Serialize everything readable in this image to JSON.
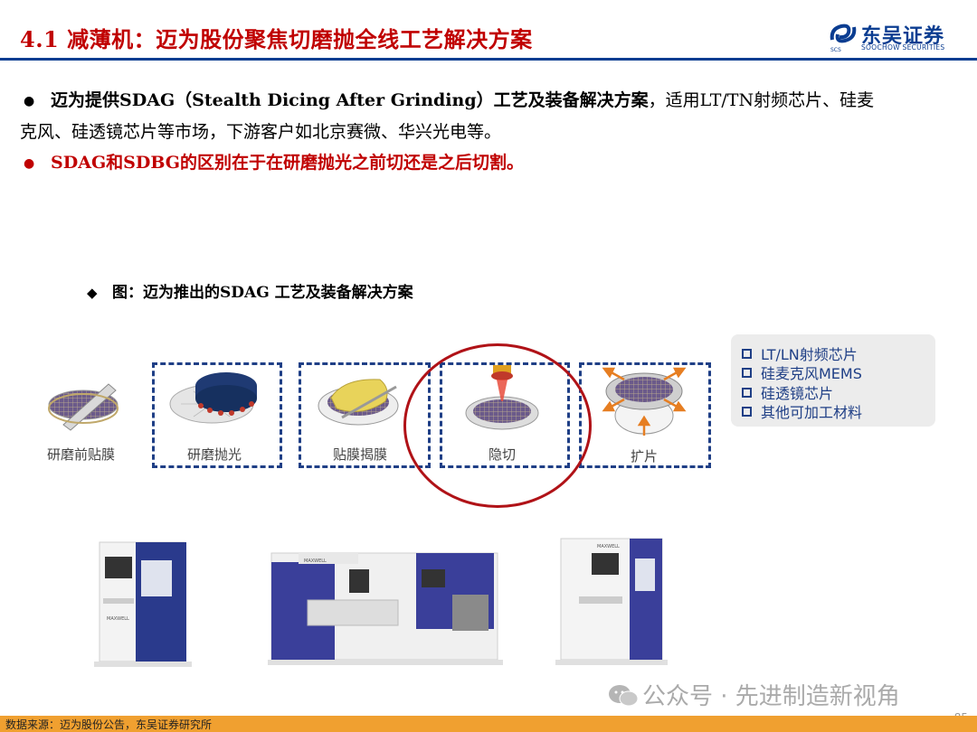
{
  "header": {
    "title": "4.1 减薄机：迈为股份聚焦切磨抛全线工艺解决方案",
    "logo_cn": "东吴证券",
    "logo_en": "SOOCHOW SECURITIES",
    "logo_sub": "SCS"
  },
  "bullets": {
    "b1_lead": "迈为提供SDAG（Stealth Dicing After Grinding）工艺及装备解决方案",
    "b1_rest": "，适用LT/TN射频芯片、硅麦",
    "b1_line2": "克风、硅透镜芯片等市场，下游客户如北京赛微、华兴光电等。",
    "b2": "SDAG和SDBG的区别在于在研磨抛光之前切还是之后切割。"
  },
  "figure": {
    "caption": "图：迈为推出的SDAG 工艺及装备解决方案",
    "steps": [
      "研磨前贴膜",
      "研磨抛光",
      "贴膜揭膜",
      "隐切",
      "扩片"
    ],
    "applications": [
      "LT/LN射频芯片",
      "硅麦克风MEMS",
      "硅透镜芯片",
      "其他可加工材料"
    ],
    "brand_mark": "MAXWELL"
  },
  "footer": {
    "source": "数据来源：迈为股份公告，东吴证券研究所",
    "page_number": "85",
    "watermark": "公众号 · 先进制造新视角"
  },
  "colors": {
    "title_red": "#c00000",
    "navy": "#1f3f86",
    "footer_orange": "#f0a030"
  }
}
